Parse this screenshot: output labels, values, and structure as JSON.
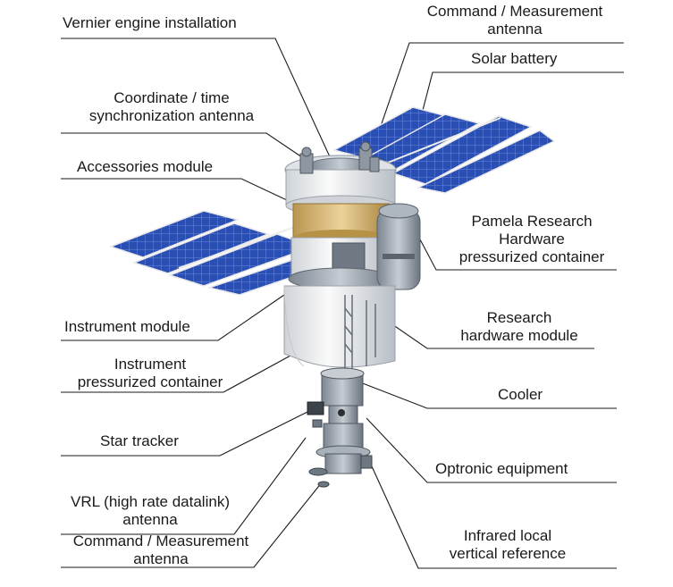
{
  "labels": {
    "vernier_engine": "Vernier engine installation",
    "cmd_antenna_top_1": "Command / Measurement",
    "cmd_antenna_top_2": "antenna",
    "solar_battery": "Solar battery",
    "coord_antenna_1": "Coordinate / time",
    "coord_antenna_2": "synchronization antenna",
    "accessories_module": "Accessories module",
    "pamela_1": "Pamela Research",
    "pamela_2": "Hardware",
    "pamela_3": "pressurized container",
    "instrument_module": "Instrument module",
    "research_module_1": "Research",
    "research_module_2": "hardware module",
    "instr_container_1": "Instrument",
    "instr_container_2": "pressurized container",
    "cooler": "Cooler",
    "star_tracker": "Star tracker",
    "optronic": "Optronic equipment",
    "vrl_1": "VRL (high rate datalink)",
    "vrl_2": "antenna",
    "cmd_antenna_bottom_1": "Command / Measurement",
    "cmd_antenna_bottom_2": "antenna",
    "infrared_1": "Infrared local",
    "infrared_2": "vertical reference"
  },
  "colors": {
    "panel_blue": "#2a4fb4",
    "panel_grid": "#6f8fe0",
    "body_white": "#f4f4f4",
    "body_gray": "#9aa3ad",
    "gold": "#d8b76c",
    "leader_line": "#1a1a1a"
  }
}
